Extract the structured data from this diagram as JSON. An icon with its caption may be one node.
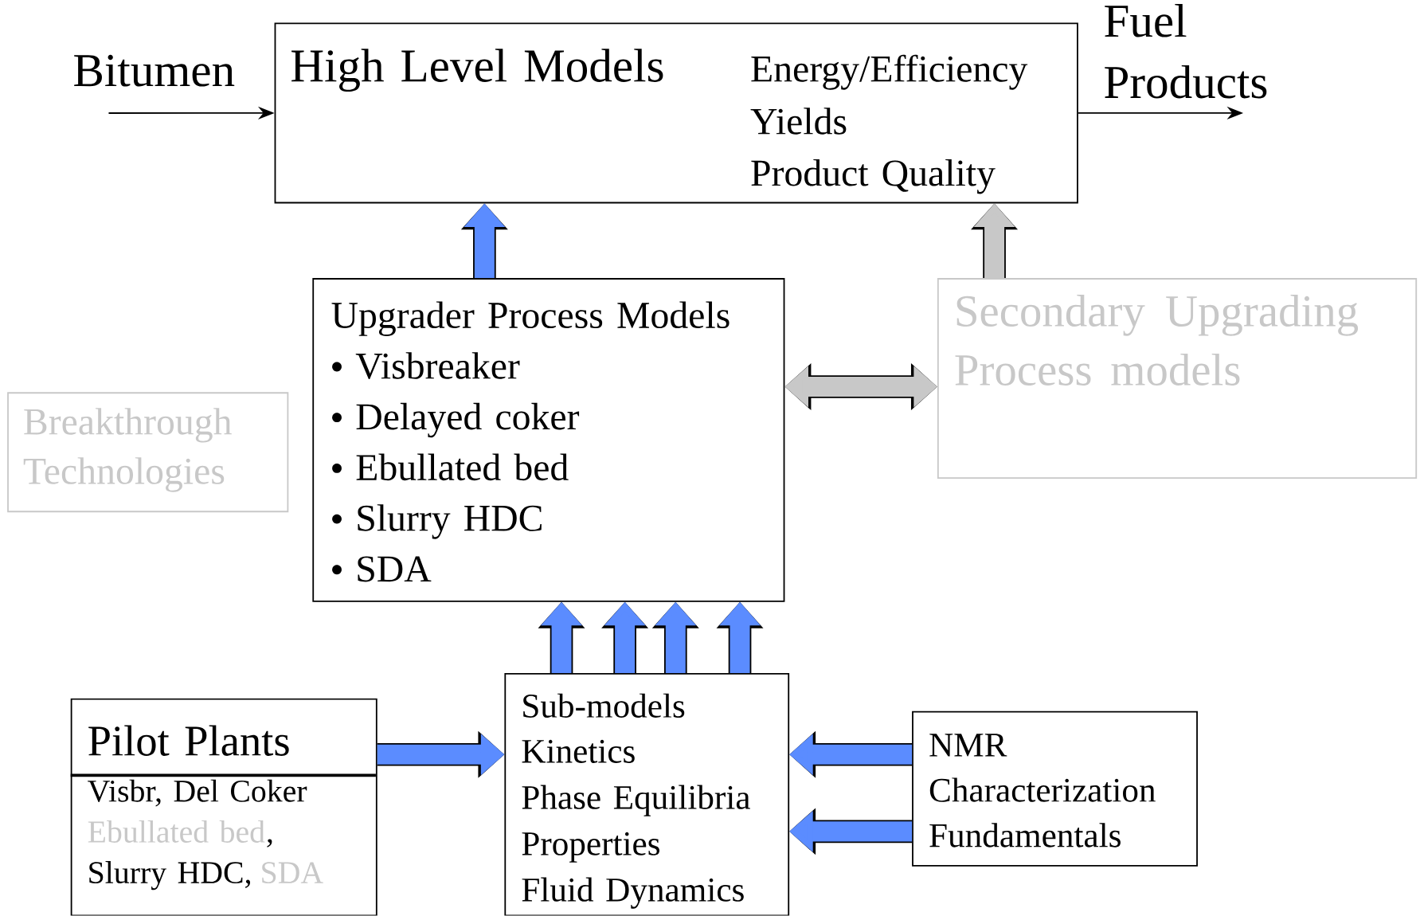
{
  "diagram": {
    "nodes": [
      {
        "text": [
          "Bitumen"
        ]
      },
      {
        "text": [
          "High Level Models",
          "Energy/Efficiency",
          "Yields",
          "Product Quality"
        ]
      },
      {
        "text": [
          "Fuel Products"
        ]
      },
      {
        "text": [
          "Upgrader Process Models",
          "Visbreaker",
          "Delayed coker",
          "Ebullated bed",
          "Slurry HDC",
          "SDA"
        ]
      },
      {
        "text": [
          "Secondary Upgrading Process models"
        ]
      },
      {
        "text": [
          "Breakthrough Technologies"
        ]
      },
      {
        "text": [
          "Pilot Plants",
          "Visbr, Del Coker",
          "Ebullated bed",
          ",",
          "Slurry HDC,",
          "SDA"
        ]
      },
      {
        "text": [
          "Sub-models",
          "Kinetics",
          "Phase Equilibria",
          "Properties",
          "Fluid Dynamics"
        ]
      },
      {
        "text": [
          "NMR",
          "Characterization",
          "Fundamentals"
        ]
      }
    ],
    "edges": [
      {
        "from": 0,
        "to": 1,
        "arrow": "to",
        "color": "#000000"
      },
      {
        "from": 1,
        "to": 2,
        "arrow": "to",
        "color": "#000000"
      },
      {
        "from": 3,
        "to": 1,
        "arrow": "to"
      },
      {
        "from": 4,
        "to": 1,
        "arrow": "to",
        "color": "#c8c8c8"
      },
      {
        "from": 3,
        "to": 4,
        "arrow": "both",
        "color": "#c8c8c8"
      },
      {
        "from": 7,
        "to": 3,
        "arrow": "to"
      },
      {
        "from": 7,
        "to": 3,
        "arrow": "to"
      },
      {
        "from": 7,
        "to": 3,
        "arrow": "to"
      },
      {
        "from": 7,
        "to": 3,
        "arrow": "to"
      },
      {
        "from": 6,
        "to": 7,
        "arrow": "to"
      },
      {
        "from": 8,
        "to": 7,
        "arrow": "to"
      },
      {
        "from": 8,
        "to": 7,
        "arrow": "to"
      }
    ]
  }
}
